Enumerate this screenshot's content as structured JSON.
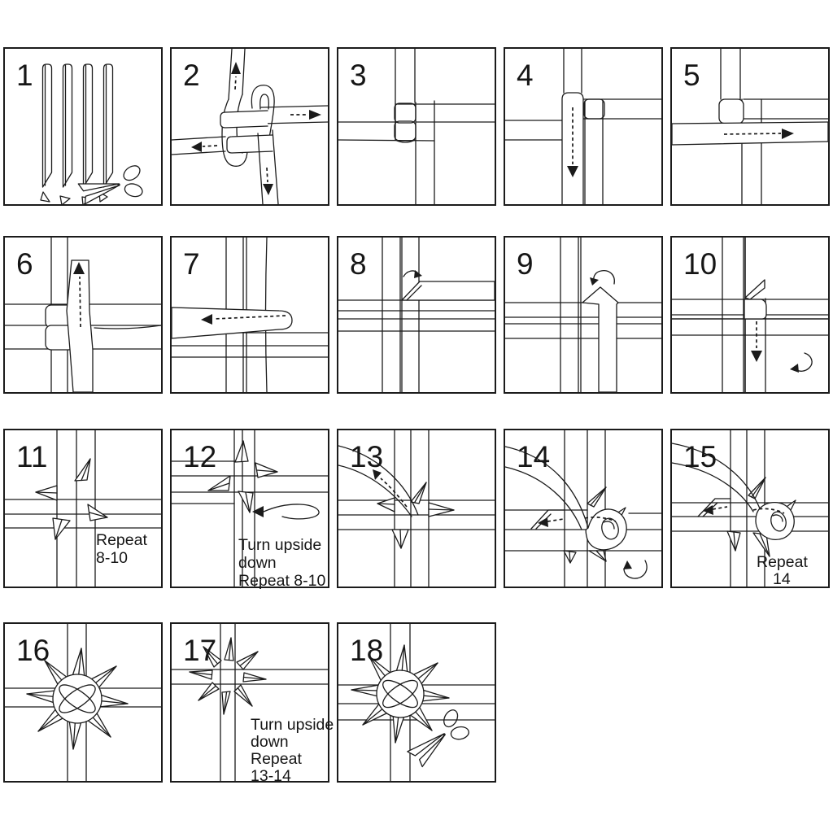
{
  "panels": [
    {
      "num": "1",
      "caption": []
    },
    {
      "num": "2",
      "caption": []
    },
    {
      "num": "3",
      "caption": []
    },
    {
      "num": "4",
      "caption": []
    },
    {
      "num": "5",
      "caption": []
    },
    {
      "num": "6",
      "caption": []
    },
    {
      "num": "7",
      "caption": []
    },
    {
      "num": "8",
      "caption": []
    },
    {
      "num": "9",
      "caption": []
    },
    {
      "num": "10",
      "caption": []
    },
    {
      "num": "11",
      "caption": [
        "Repeat",
        "8-10"
      ]
    },
    {
      "num": "12",
      "caption": [
        "Turn upside",
        "down",
        "Repeat 8-10"
      ]
    },
    {
      "num": "13",
      "caption": []
    },
    {
      "num": "14",
      "caption": []
    },
    {
      "num": "15",
      "caption": [
        "Repeat",
        "14"
      ]
    },
    {
      "num": "16",
      "caption": []
    },
    {
      "num": "17",
      "caption": [
        "Turn upside",
        "down",
        "Repeat",
        "13-14"
      ]
    },
    {
      "num": "18",
      "caption": []
    }
  ]
}
